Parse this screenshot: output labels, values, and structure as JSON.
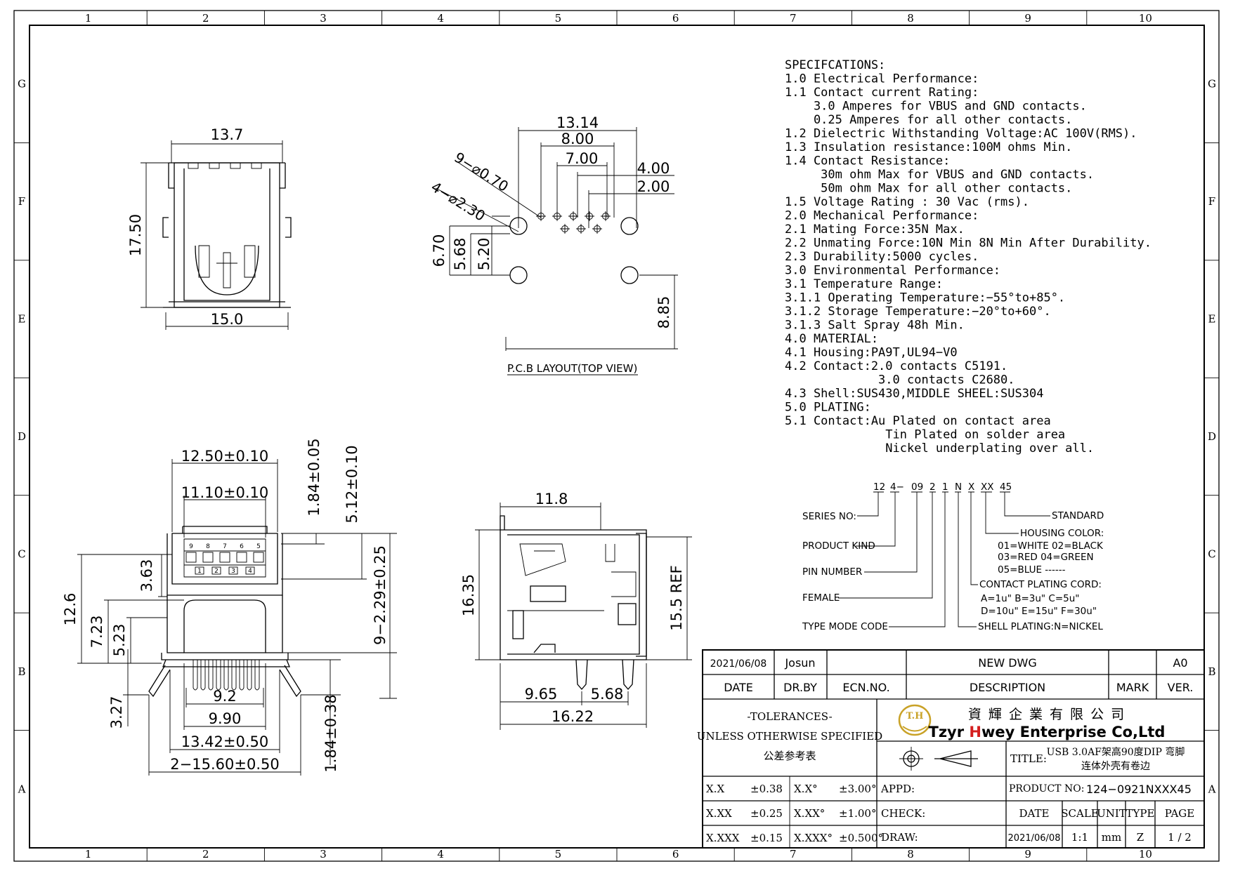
{
  "grid": {
    "columns": [
      "1",
      "2",
      "3",
      "4",
      "5",
      "6",
      "7",
      "8",
      "9",
      "10"
    ],
    "rows": [
      "G",
      "F",
      "E",
      "D",
      "C",
      "B",
      "A"
    ]
  },
  "top_view": {
    "width_top": "13.7",
    "height": "17.50",
    "width_bottom": "15.0"
  },
  "pcb": {
    "d1": "13.14",
    "d2": "8.00",
    "d3": "7.00",
    "d4": "4.00",
    "d5": "2.00",
    "hole_small": "9−⌀0.70",
    "hole_large": "4−⌀2.30",
    "v1": "6.70",
    "v2": "5.68",
    "v3": "5.20",
    "v4": "8.85",
    "title": "P.C.B LAYOUT(TOP VIEW)"
  },
  "front_view": {
    "w1": "12.50±0.10",
    "w2": "11.10±0.10",
    "h1": "1.84±0.05",
    "h2": "5.12±0.10",
    "h3": "9−2.29±0.25",
    "h4": "3.63",
    "h5": "12.6",
    "h6": "7.23",
    "h7": "5.23",
    "b1": "9.2",
    "b2": "9.90",
    "b3": "13.42±0.50",
    "b4": "2−15.60±0.50",
    "b5": "3.27",
    "b6": "1.84±0.38",
    "pins_top": [
      "9",
      "8",
      "7",
      "6",
      "5"
    ],
    "pins_bot": [
      "1",
      "2",
      "3",
      "4"
    ]
  },
  "side_view": {
    "w_top": "11.8",
    "h": "16.35",
    "ref": "15.5 REF",
    "b1": "9.65",
    "b2": "5.68",
    "b3": "16.22"
  },
  "specifications": [
    "SPECIFCATIONS:",
    "1.0 Electrical Performance:",
    "1.1 Contact current Rating:",
    "    3.0 Amperes for VBUS and GND contacts.",
    "    0.25 Amperes for all other contacts.",
    "1.2 Dielectric Withstanding Voltage:AC 100V(RMS).",
    "1.3 Insulation resistance:100M ohms Min.",
    "1.4 Contact Resistance:",
    "     30m ohm Max for VBUS and GND contacts.",
    "     50m ohm Max for all other contacts.",
    "1.5 Voltage Rating : 30 Vac (rms).",
    "2.0 Mechanical Performance:",
    "2.1 Mating Force:35N Max.",
    "2.2 Unmating Force:10N Min 8N Min After Durability.",
    "2.3 Durability:5000 cycles.",
    "3.0 Environmental Performance:",
    "3.1 Temperature Range:",
    "3.1.1 Operating Temperature:−55°to+85°.",
    "3.1.2 Storage Temperature:−20°to+60°.",
    "3.1.3 Salt Spray 48h Min.",
    "4.0 MATERIAL:",
    "4.1 Housing:PA9T,UL94−V0",
    "4.2 Contact:2.0 contacts C5191.",
    "             3.0 contacts C2680.",
    "4.3 Shell:SUS430,MIDDLE SHEEL:SUS304",
    "5.0 PLATING:",
    "5.1 Contact:Au Plated on contact area",
    "              Tin Plated on solder area",
    "              Nickel underplating over all."
  ],
  "part_code": {
    "segments": [
      "12",
      "4−",
      "09",
      "2",
      "1",
      "N",
      "X",
      "XX",
      "45"
    ],
    "labels": {
      "series": "SERIES NO:",
      "kind": "PRODUCT KIND",
      "pin": "PIN NUMBER",
      "female": "FEMALE",
      "type": "TYPE MODE CODE",
      "standard": "STANDARD",
      "housing": "HOUSING COLOR:",
      "housing_1": "01=WHITE  02=BLACK",
      "housing_2": "03=RED    04=GREEN",
      "housing_3": "05=BLUE  ------",
      "plating": "CONTACT PLATING CORD:",
      "plating_1": "A=1u\"   B=3u\"   C=5u\"",
      "plating_2": "D=10u\"  E=15u\"  F=30u\"",
      "shell": "SHELL PLATING:N=NICKEL"
    }
  },
  "title_block": {
    "rev_date": "2021/06/08",
    "rev_by": "Josun",
    "rev_desc": "NEW DWG",
    "rev_ver": "A0",
    "h_date": "DATE",
    "h_drby": "DR.BY",
    "h_ecn": "ECN.NO.",
    "h_desc": "DESCRIPTION",
    "h_mark": "MARK",
    "h_ver": "VER.",
    "tol1": "-TOLERANCES-",
    "tol2": "UNLESS OTHERWISE SPECIFIED",
    "tol3": "公差参考表",
    "logo": "T.H",
    "company_cn": "資 輝 企 業 有 限 公 司",
    "company_pre": "Tzyr ",
    "company_h": "H",
    "company_post": "wey Enterprise Co,Ltd",
    "title_label": "TITLE:",
    "title_1": "USB 3.0AF架高90度DIP 弯脚",
    "title_2": "连体外壳有卷边",
    "tol_rows": [
      [
        "X.X",
        "±0.38",
        "X.X°",
        "±3.00°"
      ],
      [
        "X.XX",
        "±0.25",
        "X.XX°",
        "±1.00°"
      ],
      [
        "X.XXX",
        "±0.15",
        "X.XXX°",
        "±0.500°"
      ]
    ],
    "appd": "APPD:",
    "check": "CHECK:",
    "draw": "DRAW:",
    "pn_label": "PRODUCT NO:",
    "pn": "124−0921NXXX45",
    "c_date": "DATE",
    "c_scale": "SCALE",
    "c_unit": "UNIT",
    "c_type": "TYPE",
    "c_page": "PAGE",
    "v_date": "2021/06/08",
    "v_scale": "1:1",
    "v_unit": "mm",
    "v_type": "Z",
    "v_page": "1 / 2"
  },
  "colors": {
    "logo_gold": "#c9a227",
    "logo_red": "#d41e1e"
  }
}
